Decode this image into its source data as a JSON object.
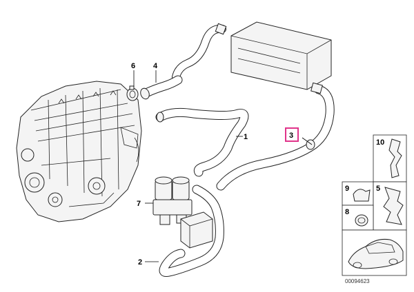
{
  "diagram": {
    "callouts": [
      {
        "id": "callout-1",
        "label": "1"
      },
      {
        "id": "callout-2",
        "label": "2"
      },
      {
        "id": "callout-3",
        "label": "3",
        "highlighted": true
      },
      {
        "id": "callout-4",
        "label": "4"
      },
      {
        "id": "callout-5",
        "label": "5"
      },
      {
        "id": "callout-6",
        "label": "6"
      },
      {
        "id": "callout-7",
        "label": "7"
      },
      {
        "id": "callout-8",
        "label": "8"
      },
      {
        "id": "callout-9",
        "label": "9"
      },
      {
        "id": "callout-10",
        "label": "10"
      }
    ],
    "diagram_number": "00094623",
    "highlight_color": "#e0338a"
  }
}
